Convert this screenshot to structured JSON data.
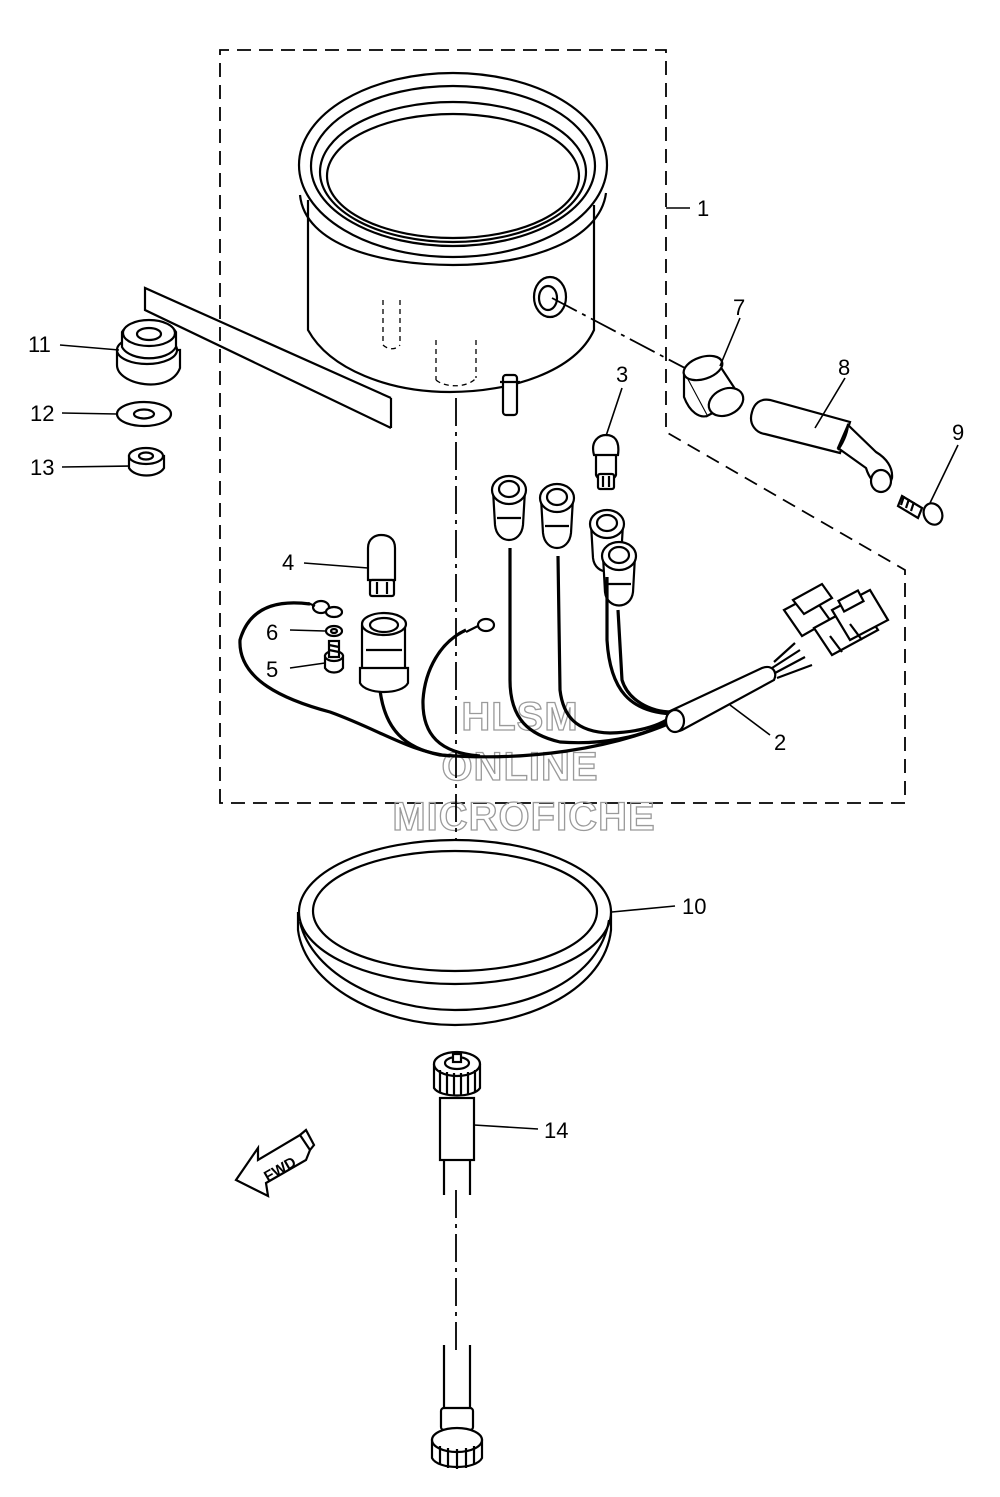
{
  "callouts": {
    "c1": "1",
    "c2": "2",
    "c3": "3",
    "c4": "4",
    "c5": "5",
    "c6": "6",
    "c7": "7",
    "c8": "8",
    "c9": "9",
    "c10": "10",
    "c11": "11",
    "c12": "12",
    "c13": "13",
    "c14": "14"
  },
  "watermark": {
    "line1": "HLSM",
    "line2": "ONLINE",
    "line3": "MICROFICHE"
  },
  "fwd_label": "FWD"
}
